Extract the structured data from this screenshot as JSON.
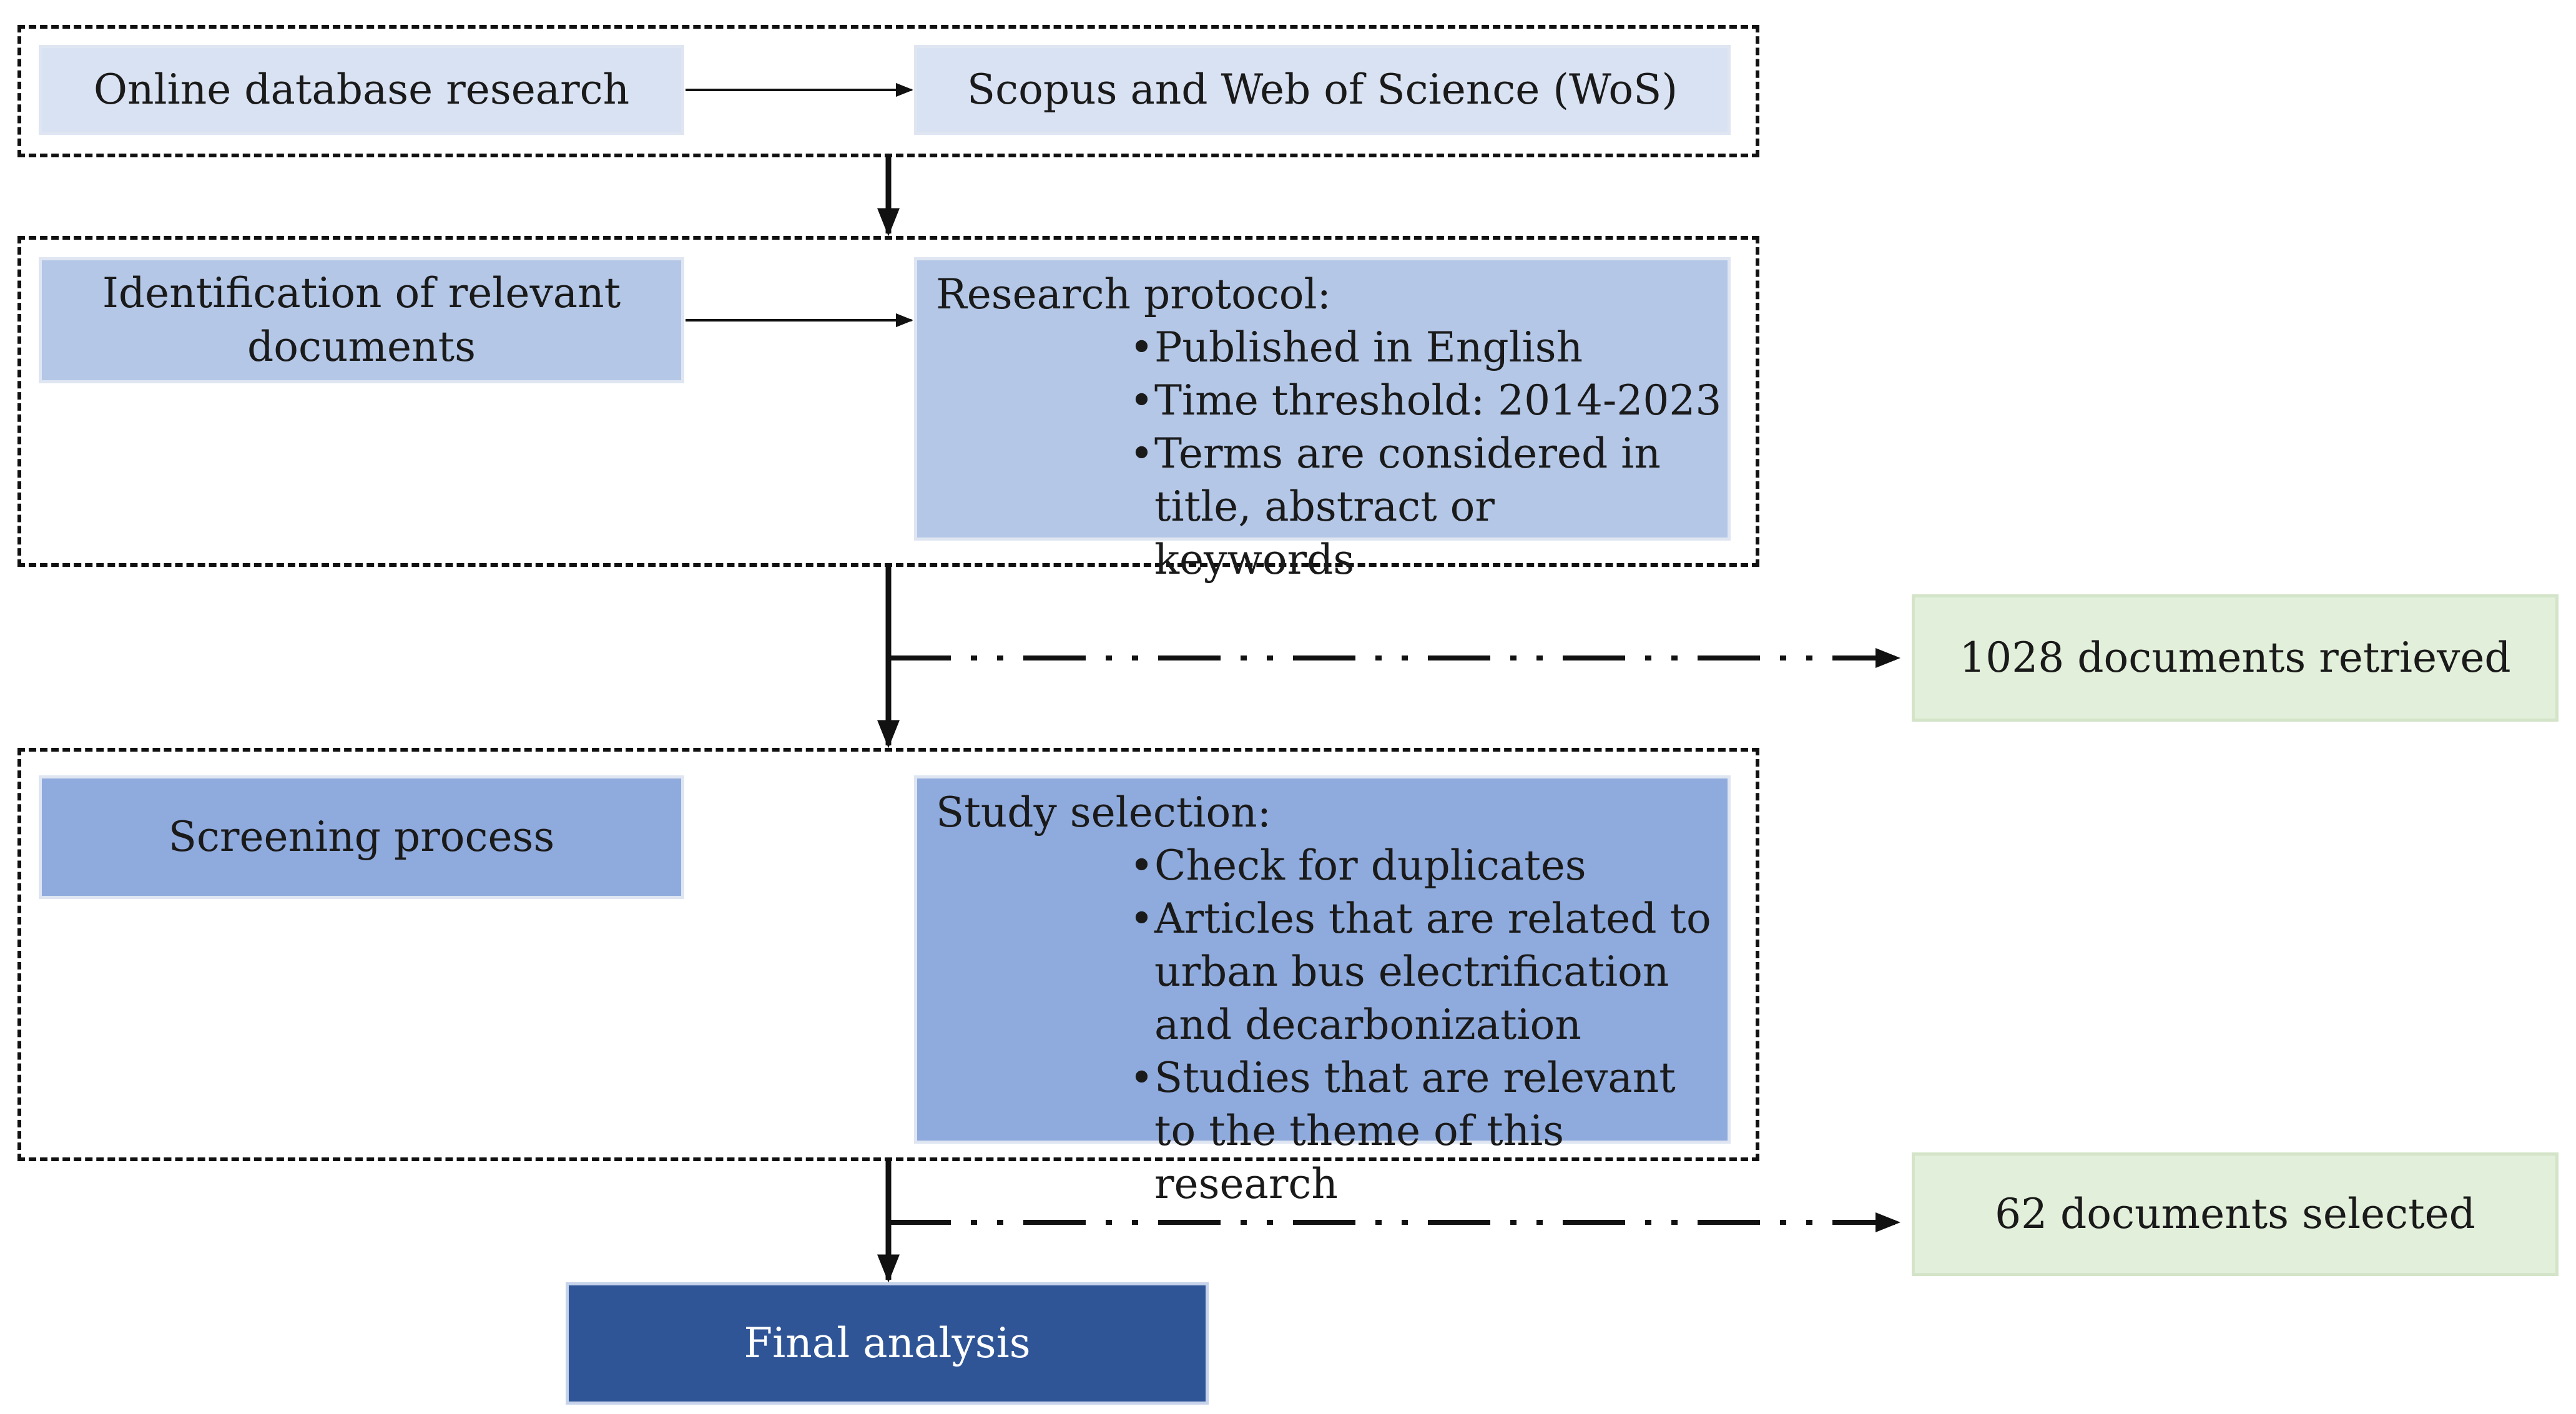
{
  "stages": {
    "database": {
      "left_label": "Online database research",
      "right_label": "Scopus and Web of Science (WoS)"
    },
    "identification": {
      "left_label": "Identification of relevant documents",
      "protocol_heading": "Research protocol:",
      "protocol_items": [
        "Published in English",
        "Time threshold: 2014-2023",
        "Terms are considered in title, abstract or keywords"
      ]
    },
    "screening": {
      "left_label": "Screening process",
      "selection_heading": "Study selection:",
      "selection_items": [
        "Check for duplicates",
        "Articles that are related to urban bus electrification and decarbonization",
        "Studies that are relevant to the theme of this research"
      ]
    },
    "final": {
      "label": "Final analysis"
    }
  },
  "outcomes": {
    "retrieved": "1028 documents retrieved",
    "selected": "62 documents selected"
  },
  "colors": {
    "stage1": "#d9e2f2",
    "stage2": "#b4c7e7",
    "stage3": "#8faadc",
    "final": "#2f5597",
    "outcome": "#e2efda"
  }
}
